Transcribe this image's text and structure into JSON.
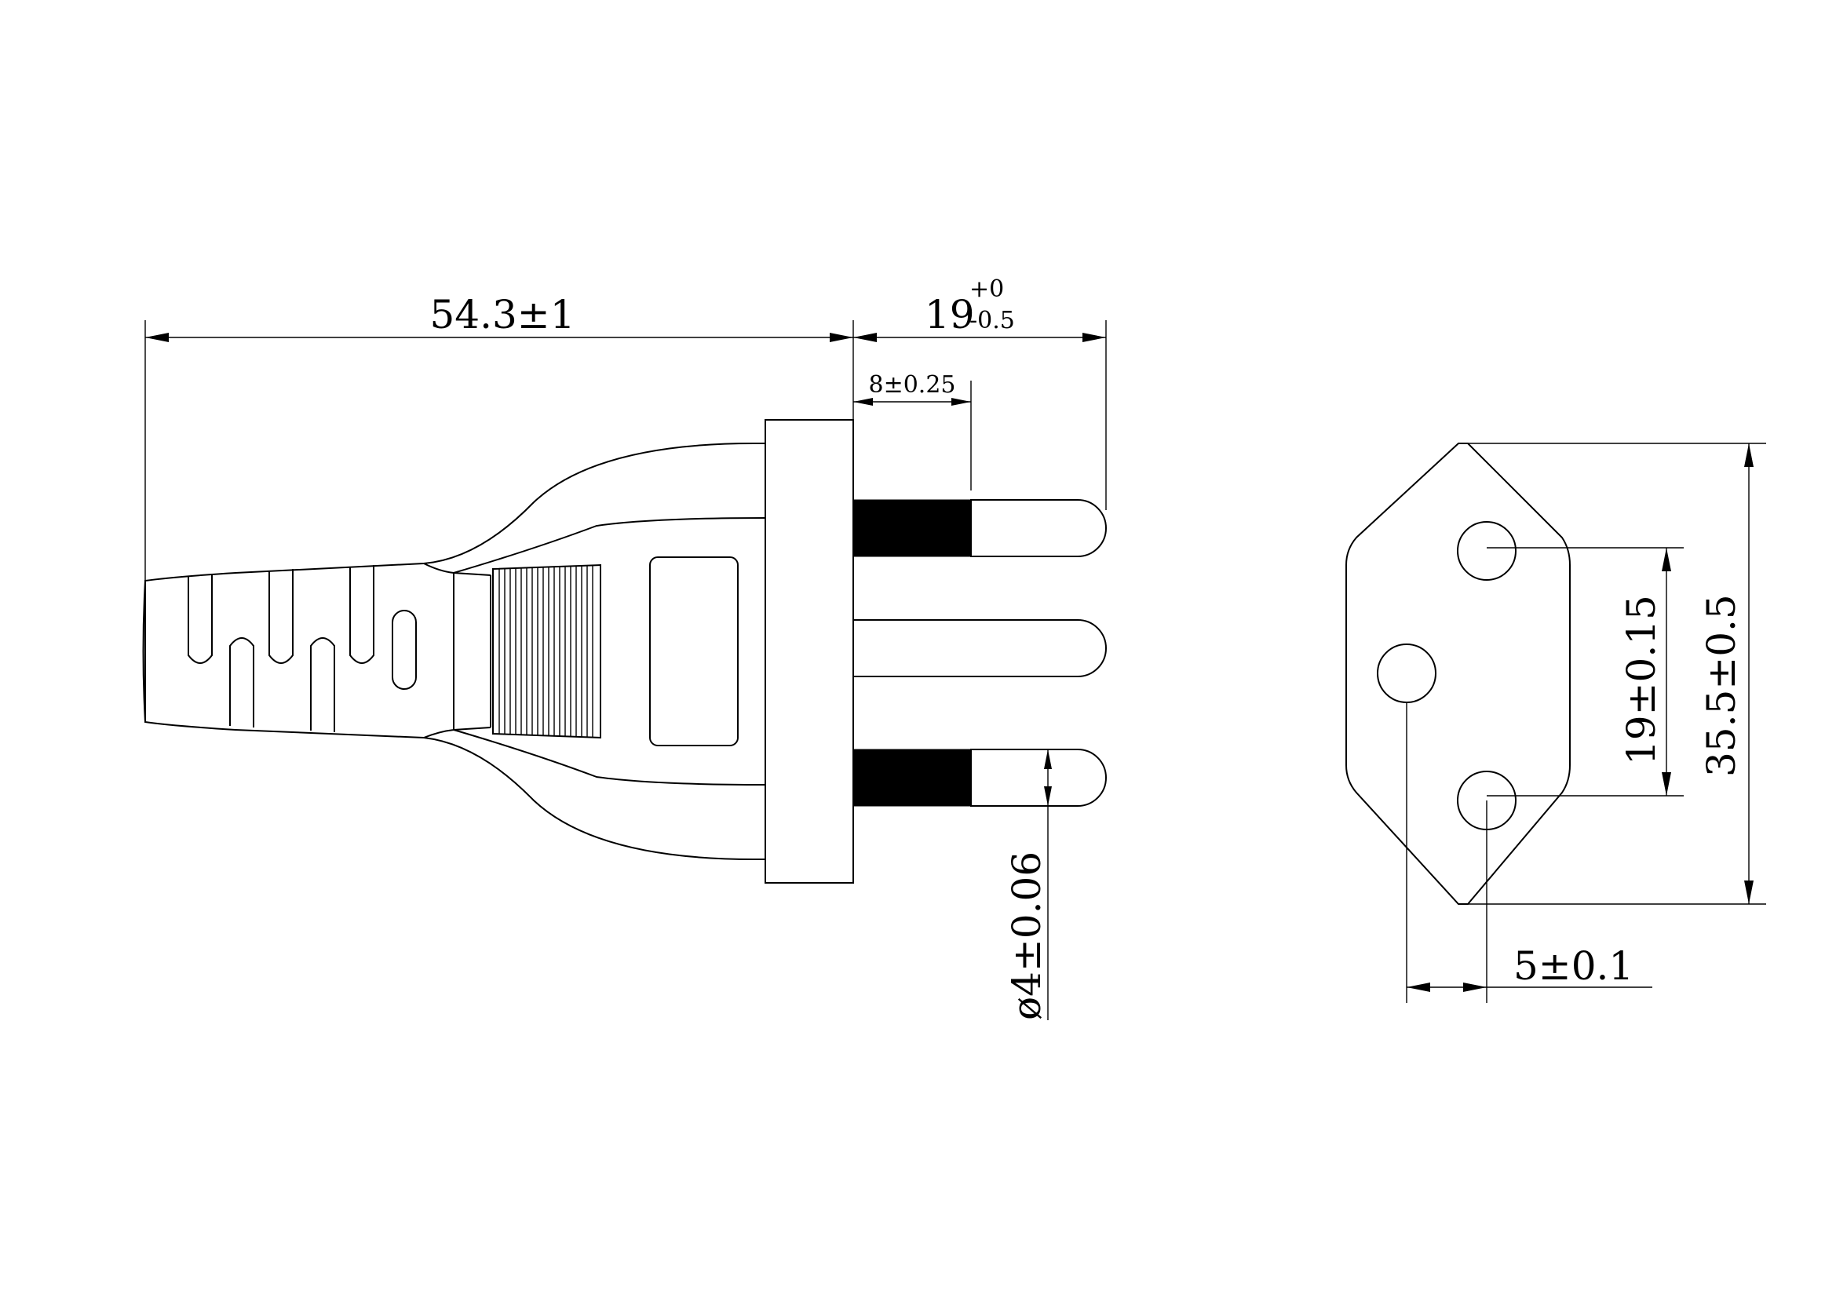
{
  "dimensions": {
    "overall_length": "54.3±1",
    "pin_length_main": "19",
    "pin_length_tol_upper": "+0",
    "pin_length_tol_lower": "-0.5",
    "insulation_length": "8±0.25",
    "pin_diameter": "ø4±0.06",
    "pin_spacing": "19±0.15",
    "face_height": "35.5±0.5",
    "center_offset": "5±0.1"
  },
  "colors": {
    "line": "#000000",
    "background": "#ffffff"
  }
}
